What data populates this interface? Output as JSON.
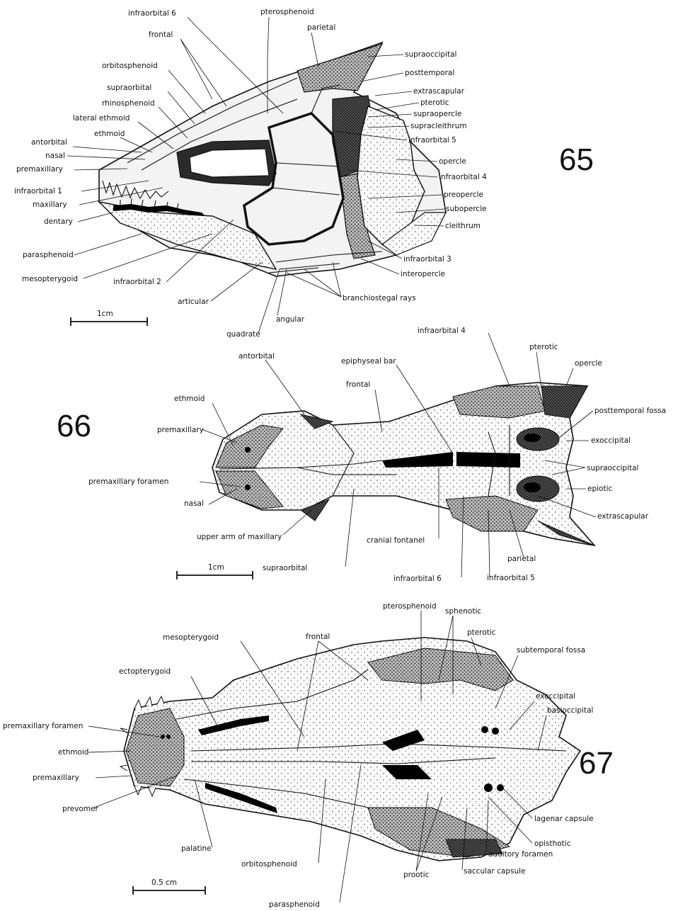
{
  "fig65": {
    "number": "65",
    "scale": "1cm",
    "labels": {
      "infraorbital6": "infraorbital 6",
      "pterosphenoid": "pterosphenoid",
      "frontal": "frontal",
      "parietal": "parietal",
      "orbitosphenoid": "orbitosphenoid",
      "supraoccipital": "supraoccipital",
      "posttemporal": "posttemporal",
      "supraorbital": "supraorbital",
      "extrascapular": "extrascapular",
      "rhinosphenoid": "rhinosphenoid",
      "pterotic": "pterotic",
      "lateral_ethmoid": "lateral ethmoid",
      "supraopercle": "supraopercle",
      "supracleithrum": "supracleithrum",
      "ethmoid": "ethmoid",
      "infraorbital5": "infraorbital 5",
      "antorbital": "antorbital",
      "nasal": "nasal",
      "opercle": "opercle",
      "premaxillary": "premaxillary",
      "infraorbital4": "infraorbital 4",
      "infraorbital1": "infraorbital 1",
      "preopercle": "preopercle",
      "maxillary": "maxillary",
      "subopercle": "subopercle",
      "dentary": "dentary",
      "cleithrum": "cleithrum",
      "parasphenoid": "parasphenoid",
      "infraorbital3": "infraorbital 3",
      "mesopterygoid": "mesopterygoid",
      "interopercle": "interopercle",
      "infraorbital2": "infraorbital 2",
      "articular": "articular",
      "branchiostegal_rays": "branchiostegal rays",
      "quadrate": "quadrate",
      "angular": "angular"
    }
  },
  "fig66": {
    "number": "66",
    "scale": "1cm",
    "labels": {
      "infraorbital4": "infraorbital 4",
      "antorbital": "antorbital",
      "epiphyseal_bar": "epiphyseal bar",
      "pterotic": "pterotic",
      "opercle": "opercle",
      "ethmoid": "ethmoid",
      "frontal": "frontal",
      "posttemporal_fossa": "posttemporal fossa",
      "premaxillary": "premaxillary",
      "exoccipital": "exoccipital",
      "supraoccipital": "supraoccipital",
      "premaxillary_foramen": "premaxillary foramen",
      "epiotic": "epiotic",
      "nasal": "nasal",
      "extrascapular": "extrascapular",
      "upper_arm_of_maxillary": "upper  arm of maxillary",
      "cranial_fontanel": "cranial fontanel",
      "parietal": "parietal",
      "supraorbital": "supraorbital",
      "infraorbital6": "infraorbital 6",
      "infraorbital5": "infraorbital 5"
    }
  },
  "fig67": {
    "number": "67",
    "scale": "0.5 cm",
    "labels": {
      "pterosphenoid": "pterosphenoid",
      "sphenotic": "sphenotic",
      "mesopterygoid": "mesopterygoid",
      "frontal": "frontal",
      "pterotic": "pterotic",
      "subtemporal_fossa": "subtemporal fossa",
      "ectopterygoid": "ectopterygoid",
      "exoccipital": "exoccipital",
      "basioccipital": "basioccipital",
      "premaxillary_foramen": "premaxillary foramen",
      "ethmoid": "ethmoid",
      "premaxillary": "premaxillary",
      "prevomer": "prevomer",
      "lagenar_capsule": "lagenar capsule",
      "opisthotic": "opisthotic",
      "palatine": "palatine",
      "orbitosphenoid": "orbitosphenoid",
      "auditory_foramen": "auditory foramen",
      "prootic": "prootic",
      "saccular_capsule": "saccular capsule",
      "parasphenoid": "parasphenoid"
    }
  }
}
